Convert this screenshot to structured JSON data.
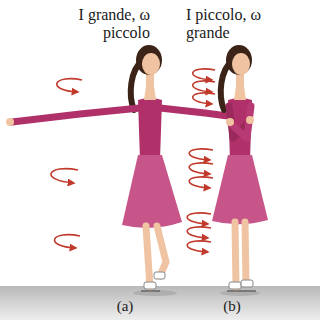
{
  "diagram": {
    "labels": [
      "I grande, ω piccolo",
      "I piccolo, ω grande",
      "(a)",
      "(b)"
    ]
  }
}
